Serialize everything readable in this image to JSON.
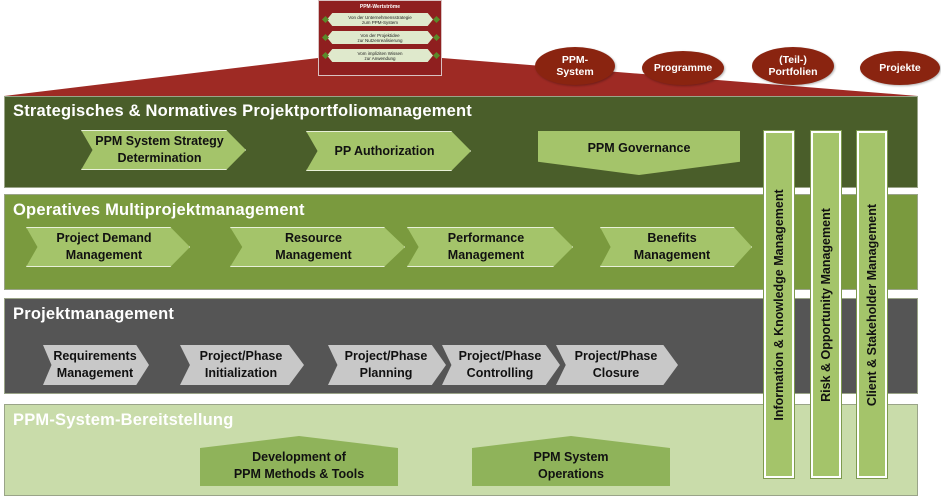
{
  "thumbnail": {
    "title": "PPM-Wertströme",
    "rows": [
      {
        "line1": "Von der Unternehmensstrategie",
        "line2": "zum PPM-System"
      },
      {
        "line1": "Von der Projektidee",
        "line2": "zur Nutzenrealisierung"
      },
      {
        "line1": "Vom impliziten Wissen",
        "line2": "zur Anwendung"
      }
    ]
  },
  "ovals": [
    {
      "line1": "PPM-",
      "line2": "System"
    },
    {
      "line1": "Programme",
      "line2": ""
    },
    {
      "line1": "(Teil-)",
      "line2": "Portfolien"
    },
    {
      "line1": "Projekte",
      "line2": ""
    }
  ],
  "bands": [
    {
      "title": "Strategisches & Normatives Projektportfoliomanagement",
      "color": "#4a5e2a"
    },
    {
      "title": "Operatives Multiprojektmanagement",
      "color": "#7a9a3e"
    },
    {
      "title": "Projektmanagement",
      "color": "#555555"
    },
    {
      "title": "PPM-System-Bereitstellung",
      "color": "#c9dcaa"
    }
  ],
  "strategic": [
    {
      "line1": "PPM System Strategy",
      "line2": "Determination"
    },
    {
      "line1": "PP Authorization",
      "line2": ""
    },
    {
      "line1": "PPM Governance",
      "line2": ""
    }
  ],
  "operative": [
    {
      "line1": "Project Demand",
      "line2": "Management"
    },
    {
      "line1": "Resource",
      "line2": "Management"
    },
    {
      "line1": "Performance",
      "line2": "Management"
    },
    {
      "line1": "Benefits",
      "line2": "Management"
    }
  ],
  "project": [
    {
      "line1": "Requirements",
      "line2": "Management"
    },
    {
      "line1": "Project/Phase",
      "line2": "Initialization"
    },
    {
      "line1": "Project/Phase",
      "line2": "Planning"
    },
    {
      "line1": "Project/Phase",
      "line2": "Controlling"
    },
    {
      "line1": "Project/Phase",
      "line2": "Closure"
    }
  ],
  "system": [
    {
      "line1": "Development of",
      "line2": "PPM Methods & Tools"
    },
    {
      "line1": "PPM System",
      "line2": "Operations"
    }
  ],
  "verticals": [
    "Information & Knowledge Management",
    "Risk & Opportunity Management",
    "Client & Stakeholder Management"
  ],
  "colors": {
    "roof": "#9e2a24",
    "oval": "#8a2410",
    "shape_green": "#a4c46a",
    "shape_gray": "#c8c8c8"
  }
}
